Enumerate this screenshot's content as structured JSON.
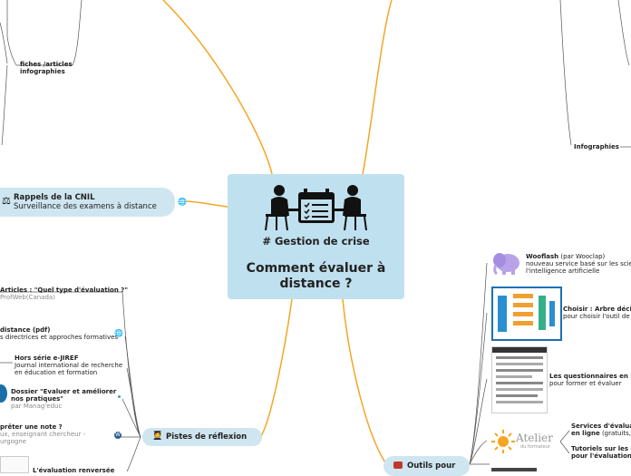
{
  "central": {
    "tag": "# Gestion de crise",
    "title_line1": "Comment évaluer à",
    "title_line2": "distance ?"
  },
  "left": {
    "fiches": {
      "line1": "fiches /articles",
      "line2": "infographies"
    },
    "cnil": {
      "title": "Rappels de la CNIL",
      "subtitle": "Surveillance des examens à distance"
    },
    "pistes": {
      "label": "Pistes de réflexion"
    },
    "articles": {
      "line1": "Articles : \"Quel type d'évaluation ?\"",
      "source": "ProfWeb(Canada)"
    },
    "distance": {
      "line1": "distance (pdf)",
      "line2": "s directrices et approches formatives"
    },
    "hors_serie": {
      "line1": "Hors série e-JIREF",
      "line2": "Journal international de recherche",
      "line3": "en éducation et formation"
    },
    "dossier": {
      "line1": "Dossier \"Evaluer et améliorer",
      "line2": "nos pratiques\"",
      "source": "par Manag'educ"
    },
    "note": {
      "line1": "prêter une note ?",
      "line2": "ux, enseignant chercheur -",
      "line3": "urgogne"
    },
    "inversee": {
      "line1": "L'évaluation renversée"
    }
  },
  "right": {
    "infographies": {
      "label": "Infographies"
    },
    "wooflash": {
      "title": "Wooflash",
      "by": " (par Wooclap)",
      "line2": "nouveau service basé sur les scienc",
      "line3": "l'intelligence artificielle"
    },
    "choisir": {
      "line1": "Choisir : Arbre décis",
      "line2": "pour choisir l'outil de t"
    },
    "questionnaires": {
      "line1": "Les questionnaires en lig",
      "line2": "pour former et évaluer"
    },
    "services": {
      "line1": "Services d'évaluati",
      "line2": "en ligne",
      "line2b": " (gratuits, f"
    },
    "tutoriels": {
      "line1": "Tutoriels sur les o",
      "line2": "pour l'évaluation"
    },
    "atelier_logo": "Atelier",
    "atelier_sub": "du formateur",
    "outils": {
      "label": "Outils pour"
    }
  },
  "colors": {
    "branch": "#f5a623",
    "pill": "#cfe6f1",
    "central": "#bfe0ee",
    "line": "#555555"
  },
  "icons": {
    "globe": "globe-icon",
    "wordpress": "wordpress-icon",
    "student": "student-icon",
    "toolbox": "toolbox-icon",
    "elephant": "elephant-icon"
  }
}
